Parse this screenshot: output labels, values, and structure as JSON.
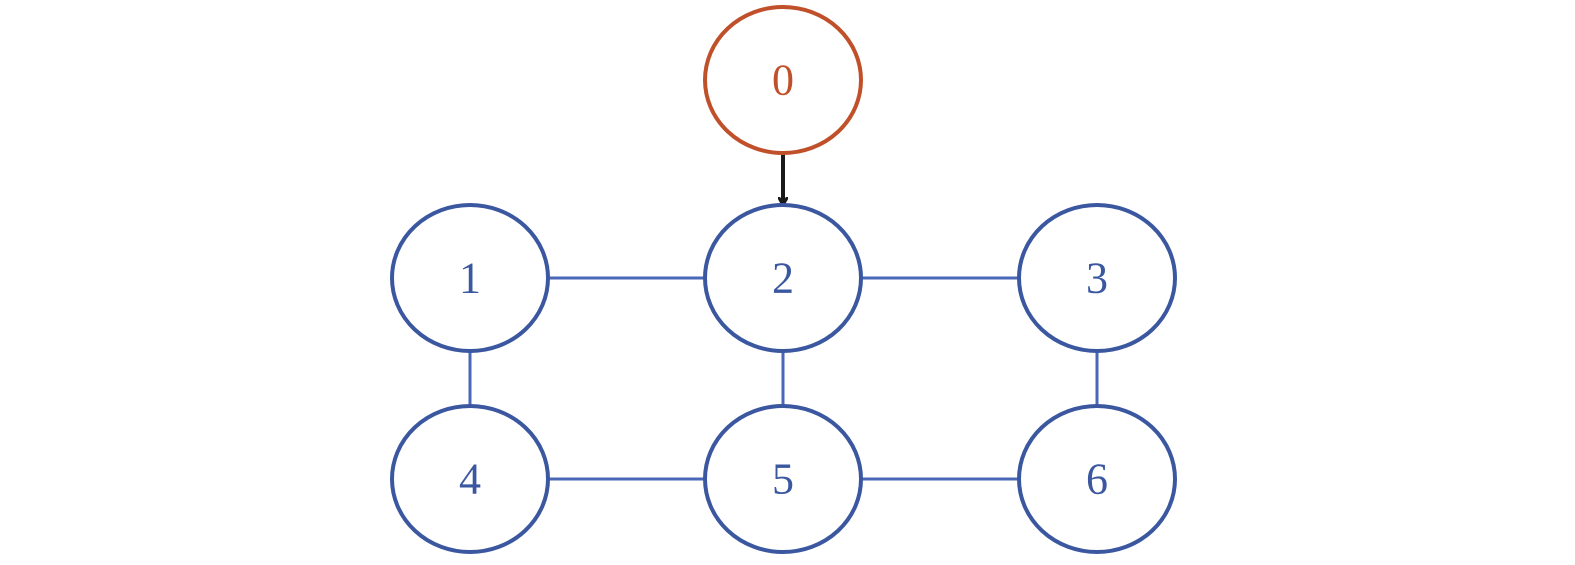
{
  "colors": {
    "start_node": "#C0502A",
    "node": "#3A57A0",
    "edge": "#4A67B8",
    "arrow": "#1a1a1a",
    "background": "#ffffff"
  },
  "nodes": [
    {
      "id": "n0",
      "label": "0",
      "role": "start"
    },
    {
      "id": "n1",
      "label": "1",
      "role": "normal"
    },
    {
      "id": "n2",
      "label": "2",
      "role": "normal"
    },
    {
      "id": "n3",
      "label": "3",
      "role": "normal"
    },
    {
      "id": "n4",
      "label": "4",
      "role": "normal"
    },
    {
      "id": "n5",
      "label": "5",
      "role": "normal"
    },
    {
      "id": "n6",
      "label": "6",
      "role": "normal"
    }
  ],
  "edges": [
    {
      "from": "n0",
      "to": "n2",
      "directed": true
    },
    {
      "from": "n1",
      "to": "n2",
      "directed": false
    },
    {
      "from": "n2",
      "to": "n3",
      "directed": false
    },
    {
      "from": "n1",
      "to": "n4",
      "directed": false
    },
    {
      "from": "n2",
      "to": "n5",
      "directed": false
    },
    {
      "from": "n3",
      "to": "n6",
      "directed": false
    },
    {
      "from": "n4",
      "to": "n5",
      "directed": false
    },
    {
      "from": "n5",
      "to": "n6",
      "directed": false
    }
  ]
}
